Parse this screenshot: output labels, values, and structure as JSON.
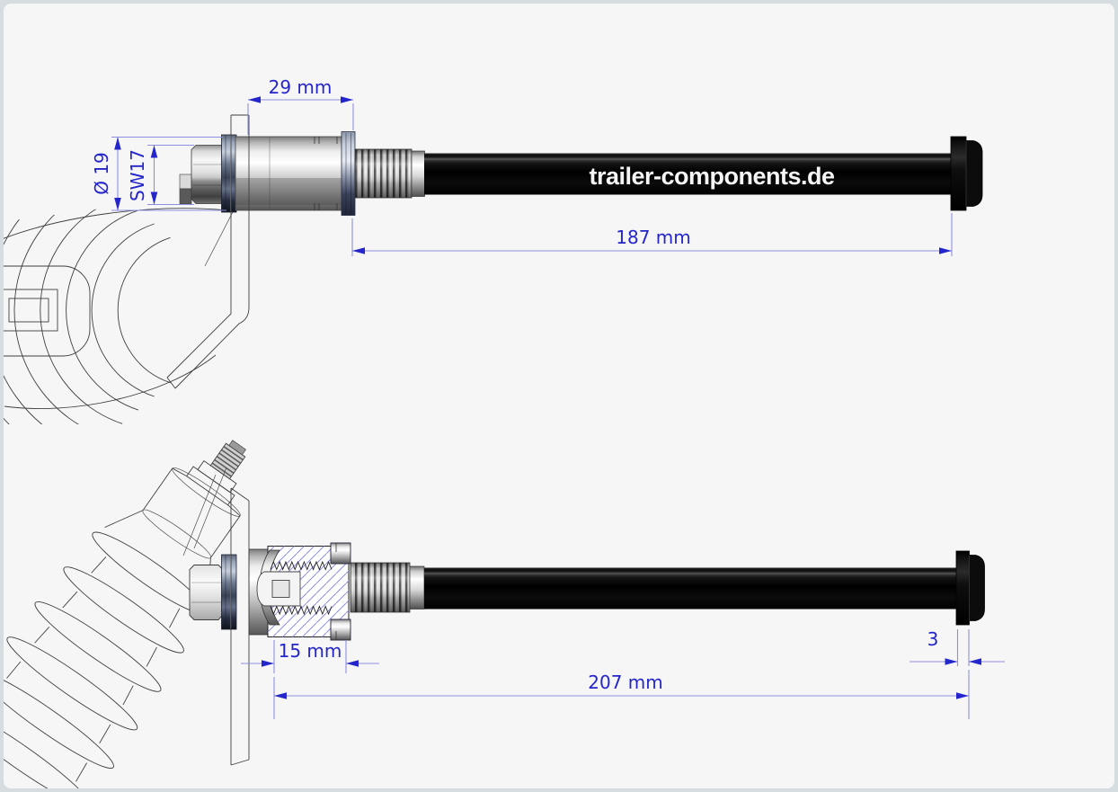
{
  "branding": {
    "shaft_label": "trailer-components.de"
  },
  "top_view": {
    "dim_clamp_width": "29 mm",
    "dim_washer_diameter": "Ø 19",
    "dim_nut_wrench_size": "SW17",
    "dim_insert_length": "187 mm"
  },
  "bottom_view": {
    "dim_thread_engagement": "15 mm",
    "dim_total_length": "207 mm",
    "dim_head_thickness": "3"
  },
  "colors": {
    "background": "#f5f6f5",
    "frame": "#d5dde1",
    "dimension": "#2525cc",
    "dimension_line": "#8f8fe0",
    "hatch": "#8d8de6",
    "shaft": "#0b0b0b",
    "brand_text": "#f5f5f5"
  }
}
